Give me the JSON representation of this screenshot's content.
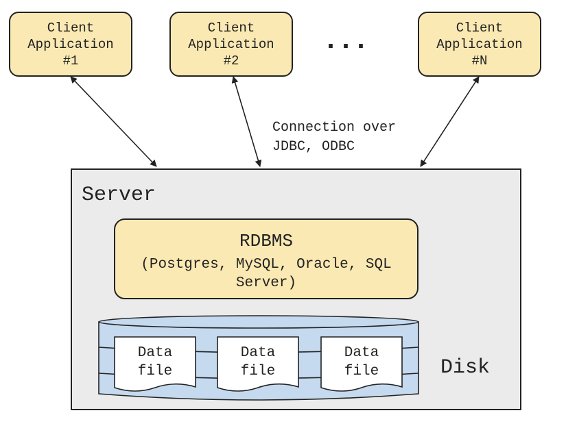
{
  "clients": [
    {
      "label": "Client\nApplication\n#1"
    },
    {
      "label": "Client\nApplication\n#2"
    },
    {
      "label": "Client\nApplication\n#N"
    }
  ],
  "ellipsis": "...",
  "connection_label": "Connection over\nJDBC, ODBC",
  "server": {
    "label": "Server"
  },
  "rdbms": {
    "title": "RDBMS",
    "subtitle": "(Postgres, MySQL, Oracle, SQL\nServer)"
  },
  "disk": {
    "label": "Disk",
    "data_files": [
      {
        "label": "Data\nfile"
      },
      {
        "label": "Data\nfile"
      },
      {
        "label": "Data\nfile"
      }
    ]
  },
  "colors": {
    "box_fill": "#fbe9b3",
    "server_fill": "#ebebeb",
    "disk_fill": "#c5d9ef",
    "stroke": "#222222"
  }
}
